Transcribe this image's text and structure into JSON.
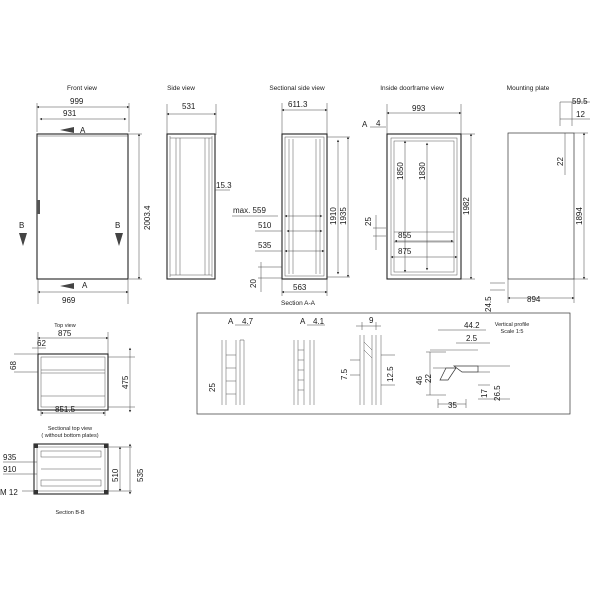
{
  "titles": {
    "front_view": "Front view",
    "side_view": "Side view",
    "sectional_side_view": "Sectional side view",
    "inside_doorframe_view": "Inside doorframe view",
    "mounting_plate": "Mounting plate",
    "top_view": "Top view",
    "sectional_top_view_1": "Sectional top view",
    "sectional_top_view_2": "( without bottom plates)",
    "section_aa": "Section A-A",
    "section_bb": "Section B-B",
    "vertical_profile_1": "Vertical profile",
    "vertical_profile_2": "Scale 1:5"
  },
  "labels": {
    "A": "A",
    "B": "B",
    "A_section_a": "A",
    "A_section_b": "A",
    "M12": "M 12"
  },
  "dims": {
    "front_999": "999",
    "front_931": "931",
    "front_969": "969",
    "front_2003": "2003.4",
    "side_531": "531",
    "side_15_3": "15.3",
    "ss_611": "611.3",
    "ss_max559": "max. 559",
    "ss_510": "510",
    "ss_535": "535",
    "ss_20": "20",
    "ss_563": "563",
    "ss_1910": "1910",
    "ss_1935": "1935",
    "id_993": "993",
    "id_4": "4",
    "id_1850": "1850",
    "id_1830": "1830",
    "id_1982": "1982",
    "id_25": "25",
    "id_855": "855",
    "id_875": "875",
    "mp_59_5": "59.5",
    "mp_12": "12",
    "mp_22": "22",
    "mp_1894": "1894",
    "mp_894": "894",
    "mp_24_5": "24.5",
    "tv_875": "875",
    "tv_62": "62",
    "tv_68": "68",
    "tv_475": "475",
    "tv_851": "851.5",
    "st_935": "935",
    "st_910": "910",
    "st_510": "510",
    "st_535": "535",
    "sa_4_7": "4.7",
    "sa_25": "25",
    "sa_4_1": "4.1",
    "sa_9": "9",
    "sa_7_5": "7.5",
    "sa_12_5": "12.5",
    "vp_44_2": "44.2",
    "vp_2_5": "2.5",
    "vp_46": "46",
    "vp_22": "22",
    "vp_17": "17",
    "vp_26_5": "26.5",
    "vp_35": "35"
  }
}
